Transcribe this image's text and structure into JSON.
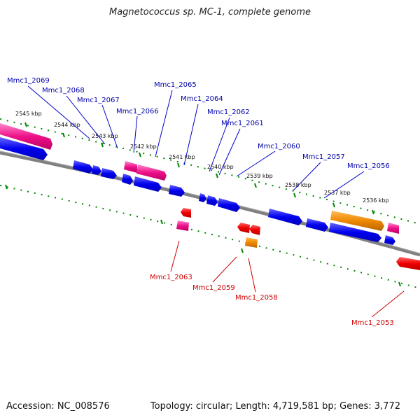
{
  "title": "Magnetococcus sp. MC-1, complete genome",
  "accession": "Accession: NC_008576",
  "summary": "Topology: circular; Length: 4,719,581 bp; Genes: 3,772",
  "colors": {
    "backbone": "#808080",
    "ruler": "#008800",
    "forward_gene": "#0000ee",
    "reverse_gene": "#ee0000",
    "pink_gene": "#ee1188",
    "orange_gene": "#ee8800",
    "top_label": "#0000aa",
    "bottom_label": "#cc0000"
  },
  "kbp_ticks": [
    "2545 kbp",
    "2544 kbp",
    "2543 kbp",
    "2542 kbp",
    "2541 kbp",
    "2540 kbp",
    "2539 kbp",
    "2538 kbp",
    "2537 kbp",
    "2536 kbp"
  ],
  "top_genes": [
    "Mmc1_2069",
    "Mmc1_2068",
    "Mmc1_2067",
    "Mmc1_2066",
    "Mmc1_2065",
    "Mmc1_2064",
    "Mmc1_2062",
    "Mmc1_2061",
    "Mmc1_2060",
    "Mmc1_2057",
    "Mmc1_2056"
  ],
  "bottom_genes": [
    "Mmc1_2063",
    "Mmc1_2059",
    "Mmc1_2058",
    "Mmc1_2053"
  ]
}
